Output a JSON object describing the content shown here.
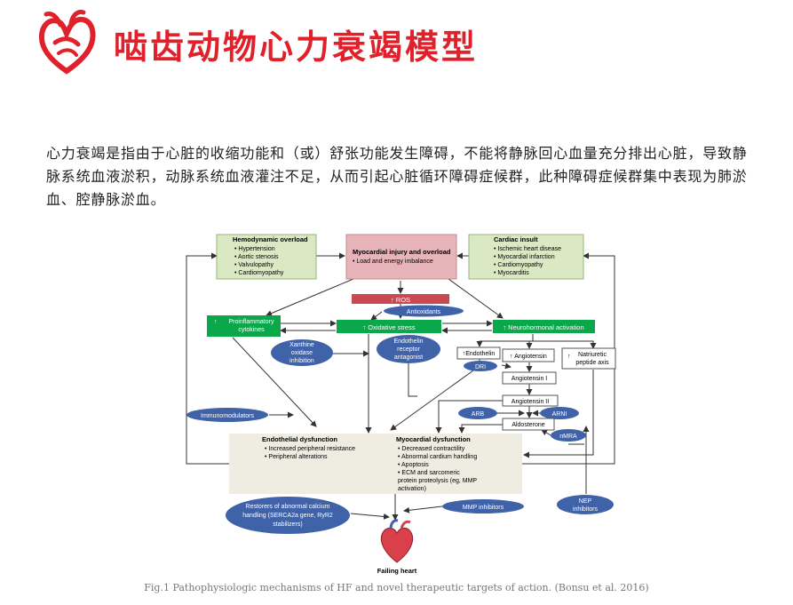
{
  "header": {
    "title": "啮齿动物心力衰竭模型",
    "accent_color": "#e0202a",
    "logo_icon": "heart-logo-icon"
  },
  "intro": {
    "text": "心力衰竭是指由于心脏的收缩功能和（或）舒张功能发生障碍，不能将静脉回心血量充分排出心脏，导致静脉系统血液淤积，动脉系统血液灌注不足，从而引起心脏循环障碍症候群，此种障碍症候群集中表现为肺淤血、腔静脉淤血。"
  },
  "diagram": {
    "hemodynamic": {
      "title": "Hemodynamic overload",
      "items": [
        "• Hypertension",
        "• Aortic stenosis",
        "• Valvulopathy",
        "• Cardiomyopathy"
      ]
    },
    "myocardial_injury": {
      "title": "Myocardial injury and overload",
      "items": [
        "• Load and energy imbalance"
      ]
    },
    "cardiac_insult": {
      "title": "Cardiac insult",
      "items": [
        "• Ischemic heart disease",
        "• Myocardial infarction",
        "• Cardiomyopathy",
        "• Myocarditis"
      ]
    },
    "ros": "↑ ROS",
    "antioxidants": "Antioxidants",
    "proinflammatory": {
      "arrow": "↑",
      "line1": "Proinflammatory",
      "line2": "cytokines"
    },
    "oxidative": "↑ Oxidative stress",
    "neurohormonal": "↑ Neurohormonal activation",
    "xanthine": [
      "Xanthine",
      "oxidase",
      "inhibition"
    ],
    "endothelin_antagonist": [
      "Endothelin",
      "receptor",
      "antagonist"
    ],
    "endothelin": "↑Endothelin",
    "angiotensin": "↑ Angiotensin",
    "natriuretic": {
      "arrow": "↑",
      "line1": "Natriuretic",
      "line2": "peptide axis"
    },
    "dri": "DRI",
    "angiotensin1": "Angiotensin I",
    "angiotensin2": "Angiotensin II",
    "arb": "ARB",
    "arni": "ARNI",
    "aldosterone": "Aldosterone",
    "mra": "nMRA",
    "immunomodulators": "Immunomodulators",
    "endothelial": {
      "title": "Endothelial dysfunction",
      "items": [
        "• Increased peripheral resistance",
        "• Peripheral alterations"
      ]
    },
    "myocardial_dys": {
      "title": "Myocardial dysfunction",
      "items": [
        "• Decreased contractility",
        "• Abnormal cardium handling",
        "• Apoptosis",
        "• ECM and sarcomeric",
        "  protein proteolysis (eg, MMP",
        "  activation)"
      ]
    },
    "restorers": [
      "Restorers of abnormal calcium",
      "handling (SERCA2a gene, RyR2",
      "stabilizers)"
    ],
    "mmp": "MMP inhibitors",
    "nep": [
      "NEP",
      "inhibitors"
    ],
    "failing": "Failing heart",
    "colors": {
      "green_light": "#dbe8c4",
      "pink": "#e7b4b9",
      "ros_red": "#c8494f",
      "green": "#0aa84a",
      "blue": "#3f62a8",
      "beige": "#efece1"
    }
  },
  "caption": "Fig.1 Pathophysiologic mechanisms of HF and novel therapeutic targets of action. (Bonsu et al. 2016)"
}
